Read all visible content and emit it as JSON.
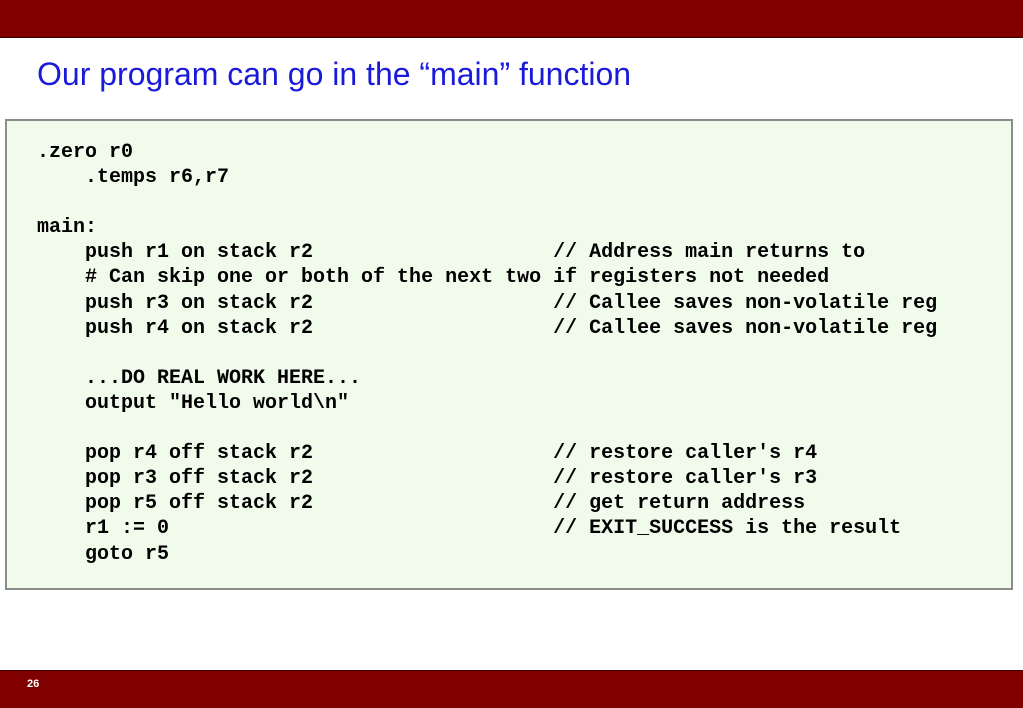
{
  "slide": {
    "title": "Our program can go in the “main” function",
    "number": "26",
    "code_lines": [
      ".zero r0",
      "    .temps r6,r7",
      "",
      "main:",
      "    push r1 on stack r2                    // Address main returns to",
      "    # Can skip one or both of the next two if registers not needed",
      "    push r3 on stack r2                    // Callee saves non-volatile reg",
      "    push r4 on stack r2                    // Callee saves non-volatile reg",
      "",
      "    ...DO REAL WORK HERE...",
      "    output \"Hello world\\n\"",
      "",
      "    pop r4 off stack r2                    // restore caller's r4",
      "    pop r3 off stack r2                    // restore caller's r3",
      "    pop r5 off stack r2                    // get return address",
      "    r1 := 0                                // EXIT_SUCCESS is the result",
      "    goto r5"
    ]
  },
  "colors": {
    "bar": "#800000",
    "title": "#1a1adb",
    "code_background": "#f1fbeb",
    "code_border": "#8c8c8c"
  }
}
